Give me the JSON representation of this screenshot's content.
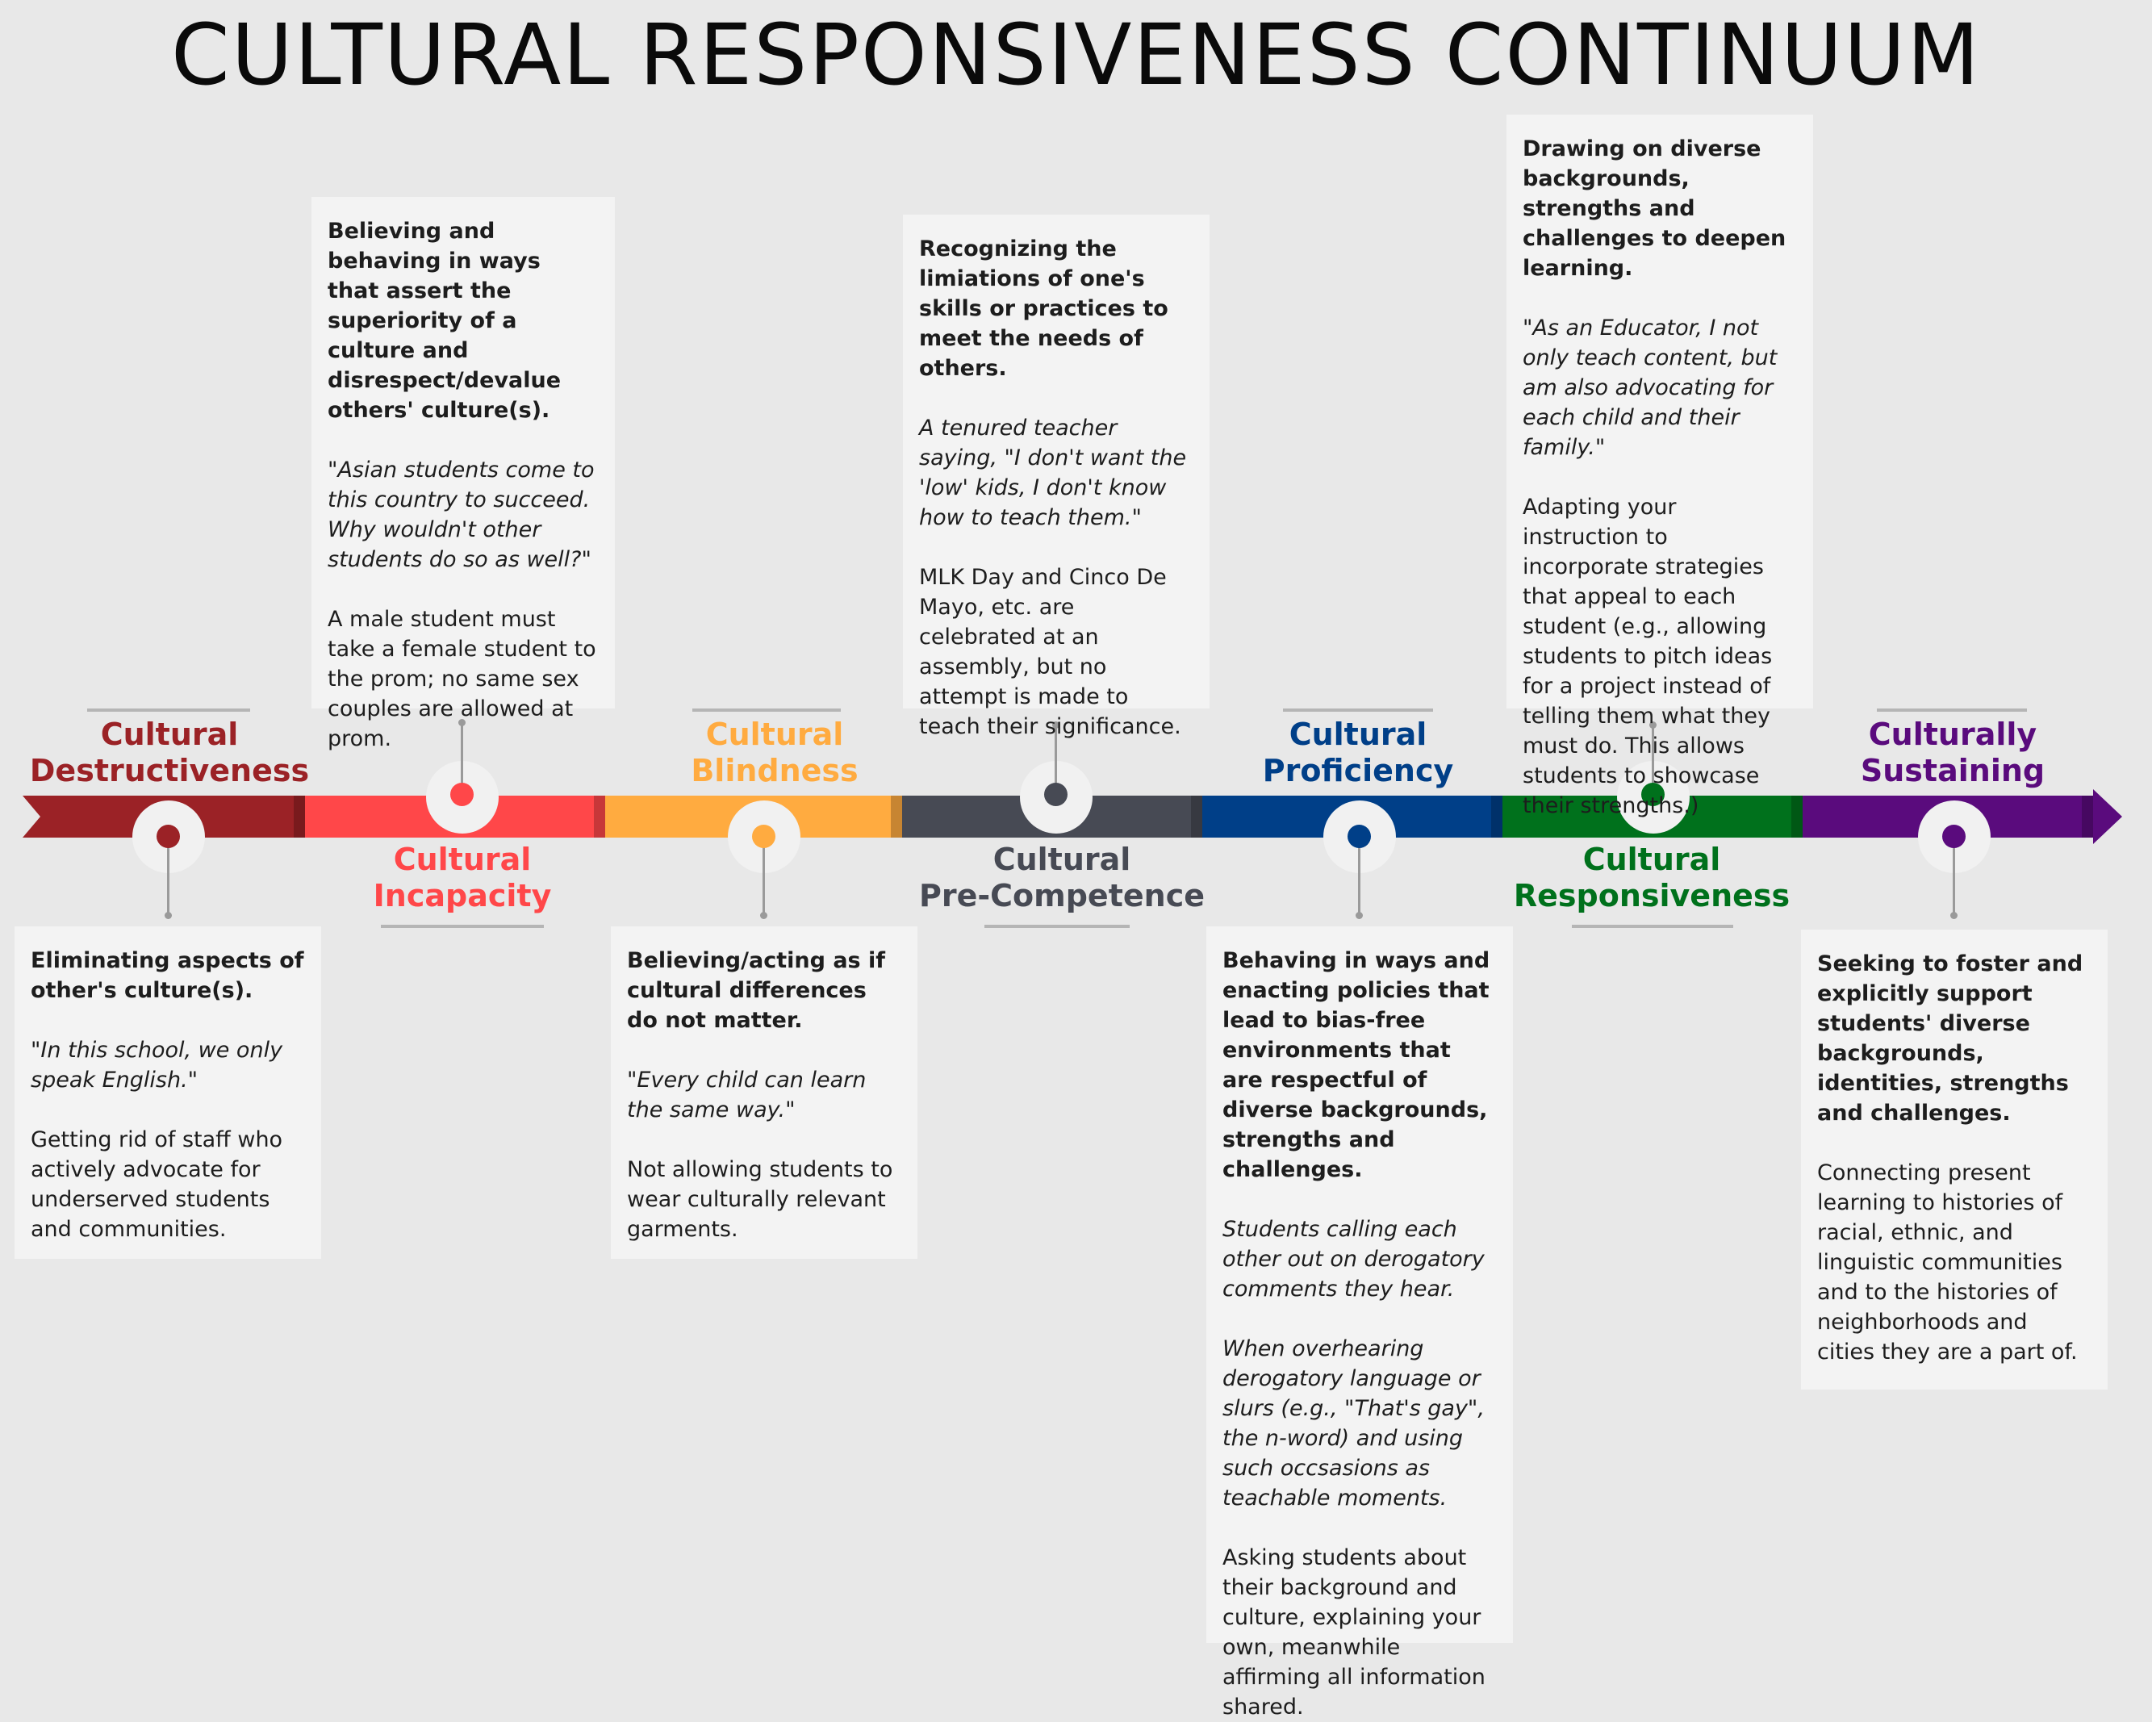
{
  "title": "CULTURAL RESPONSIVENESS CONTINUUM",
  "stages": [
    {
      "name_line1": "Cultural",
      "name_line2": "Destructiveness",
      "color": "#9b2226",
      "definition": "Eliminating aspects of other's culture(s).",
      "example_italic": "\"In this school, we only speak English.\"",
      "example_plain": "Getting rid of staff who actively advocate for underserved students and communities."
    },
    {
      "name_line1": "Cultural",
      "name_line2": "Incapacity",
      "color": "#ff4749",
      "definition": "Believing and behaving in ways that assert the superiority of a culture and disrespect/devalue others' culture(s).",
      "example_italic": "\"Asian students come to this country to succeed. Why wouldn't other students do so as well?\"",
      "example_plain": "A male student must take a female student to the prom; no same sex couples are allowed at prom."
    },
    {
      "name_line1": "Cultural",
      "name_line2": "Blindness",
      "color": "#ffab40",
      "definition": "Believing/acting as if cultural differences do not matter.",
      "example_italic": "\"Every child can learn the same way.\"",
      "example_plain": "Not allowing students to wear culturally relevant garments."
    },
    {
      "name_line1": "Cultural",
      "name_line2": "Pre-Competence",
      "color": "#474a54",
      "definition": "Recognizing the limiations of one's skills or practices to meet the needs of others.",
      "example_italic": "A tenured teacher saying, \"I don't want the 'low' kids, I don't know how to teach them.\"",
      "example_plain": "MLK Day and Cinco De Mayo, etc. are celebrated at an assembly, but no attempt is made to teach their significance."
    },
    {
      "name_line1": "Cultural",
      "name_line2": "Proficiency",
      "color": "#003f88",
      "definition": "Behaving in ways and enacting policies that lead to bias-free environments that are respectful of diverse backgrounds, strengths and challenges.",
      "example_italic": "Students calling each other out on derogatory comments they hear.",
      "example_italic_2": "When overhearing derogatory language or slurs (e.g., \"That's gay\", the n-word) and using such occsasions as teachable moments.",
      "example_plain": "Asking students about their background and culture, explaining your own, meanwhile affirming all information shared."
    },
    {
      "name_line1": "Cultural",
      "name_line2": "Responsiveness",
      "color": "#00711c",
      "definition": "Drawing on diverse backgrounds, strengths and challenges to deepen learning.",
      "example_italic": "\"As an Educator, I not only teach content, but am also advocating for each child and their family.\"",
      "example_plain": "Adapting your instruction to incorporate strategies that appeal to each student (e.g., allowing students to pitch ideas for a project instead of telling them what they must do. This allows students to showcase their strengths.)"
    },
    {
      "name_line1": "Culturally",
      "name_line2": "Sustaining",
      "color": "#5a0b7d",
      "definition": "Seeking to foster and explicitly support students' diverse backgrounds, identities, strengths and challenges.",
      "example_plain": "Connecting present learning to histories of racial, ethnic, and linguistic communities and to the histories of neighborhoods and cities they are a part of."
    }
  ]
}
